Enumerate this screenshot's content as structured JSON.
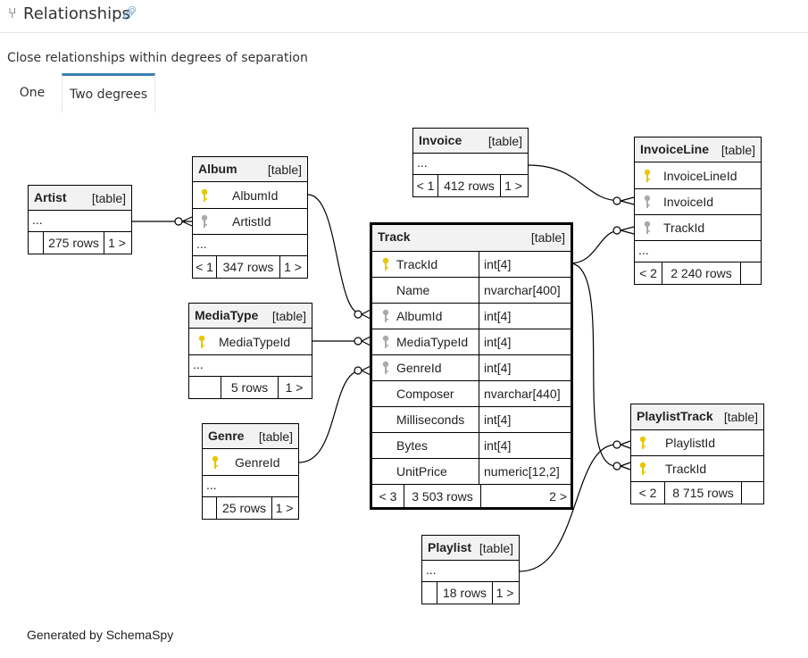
{
  "header": {
    "title": "Relationships",
    "subtitle": "Close relationships within degrees of separation"
  },
  "tabs": [
    {
      "label": "One"
    },
    {
      "label": "Two degrees"
    }
  ],
  "tables": {
    "artist": {
      "name": "Artist",
      "type": "[table]",
      "ellipsis": "...",
      "footer": [
        "",
        "275 rows",
        "1 >"
      ]
    },
    "album": {
      "name": "Album",
      "type": "[table]",
      "columns": [
        "AlbumId",
        "ArtistId"
      ],
      "ellipsis": "...",
      "footer": [
        "< 1",
        "347 rows",
        "1 >"
      ]
    },
    "invoice": {
      "name": "Invoice",
      "type": "[table]",
      "ellipsis": "...",
      "footer": [
        "< 1",
        "412 rows",
        "1 >"
      ]
    },
    "invoiceline": {
      "name": "InvoiceLine",
      "type": "[table]",
      "columns": [
        "InvoiceLineId",
        "InvoiceId",
        "TrackId"
      ],
      "ellipsis": "...",
      "footer": [
        "< 2",
        "2 240 rows",
        ""
      ]
    },
    "mediatype": {
      "name": "MediaType",
      "type": "[table]",
      "columns": [
        "MediaTypeId"
      ],
      "ellipsis": "...",
      "footer": [
        "",
        "5 rows",
        "1 >"
      ]
    },
    "genre": {
      "name": "Genre",
      "type": "[table]",
      "columns": [
        "GenreId"
      ],
      "ellipsis": "...",
      "footer": [
        "",
        "25 rows",
        "1 >"
      ]
    },
    "track": {
      "name": "Track",
      "type": "[table]",
      "columns": [
        {
          "name": "TrackId",
          "type": "int[4]"
        },
        {
          "name": "Name",
          "type": "nvarchar[400]"
        },
        {
          "name": "AlbumId",
          "type": "int[4]"
        },
        {
          "name": "MediaTypeId",
          "type": "int[4]"
        },
        {
          "name": "GenreId",
          "type": "int[4]"
        },
        {
          "name": "Composer",
          "type": "nvarchar[440]"
        },
        {
          "name": "Milliseconds",
          "type": "int[4]"
        },
        {
          "name": "Bytes",
          "type": "int[4]"
        },
        {
          "name": "UnitPrice",
          "type": "numeric[12,2]"
        }
      ],
      "footer": [
        "< 3",
        "3 503 rows",
        "2 >"
      ]
    },
    "playlisttrack": {
      "name": "PlaylistTrack",
      "type": "[table]",
      "columns": [
        "PlaylistId",
        "TrackId"
      ],
      "footer": [
        "< 2",
        "8 715 rows",
        ""
      ]
    },
    "playlist": {
      "name": "Playlist",
      "type": "[table]",
      "ellipsis": "...",
      "footer": [
        "",
        "18 rows",
        "1 >"
      ]
    }
  },
  "footer_text": "Generated by SchemaSpy",
  "colors": {
    "primary_key": "#e6c800",
    "foreign_key": "#aaaaaa",
    "tab_accent": "#3a7fb0",
    "link": "#4a90c8"
  }
}
